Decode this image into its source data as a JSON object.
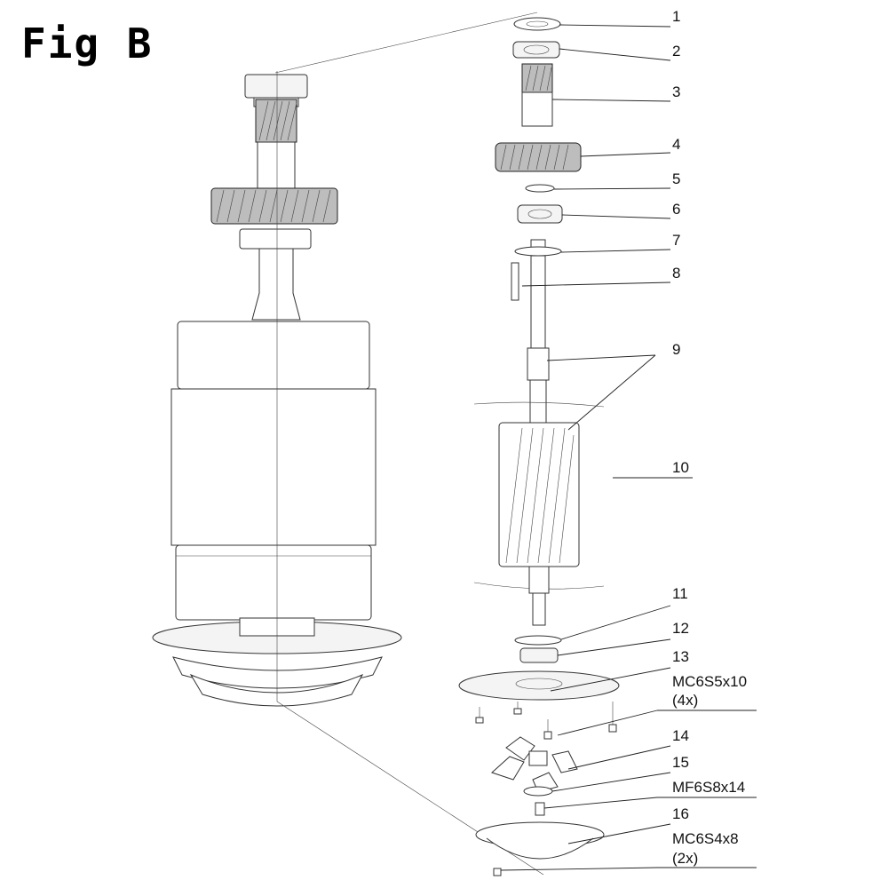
{
  "figure": {
    "title": "Fig B"
  },
  "callouts": [
    {
      "id": "1",
      "label": "1"
    },
    {
      "id": "2",
      "label": "2"
    },
    {
      "id": "3",
      "label": "3"
    },
    {
      "id": "4",
      "label": "4"
    },
    {
      "id": "5",
      "label": "5"
    },
    {
      "id": "6",
      "label": "6"
    },
    {
      "id": "7",
      "label": "7"
    },
    {
      "id": "8",
      "label": "8"
    },
    {
      "id": "9",
      "label": "9"
    },
    {
      "id": "10",
      "label": "10"
    },
    {
      "id": "11",
      "label": "11"
    },
    {
      "id": "12",
      "label": "12"
    },
    {
      "id": "13",
      "label": "13"
    },
    {
      "id": "mc6s5x10",
      "label": "MC6S5x10",
      "qty": "(4x)"
    },
    {
      "id": "14",
      "label": "14"
    },
    {
      "id": "15",
      "label": "15"
    },
    {
      "id": "mf6s8x14",
      "label": "MF6S8x14"
    },
    {
      "id": "16",
      "label": "16"
    },
    {
      "id": "mc6s4x8",
      "label": "MC6S4x8",
      "qty": "(2x)"
    }
  ]
}
